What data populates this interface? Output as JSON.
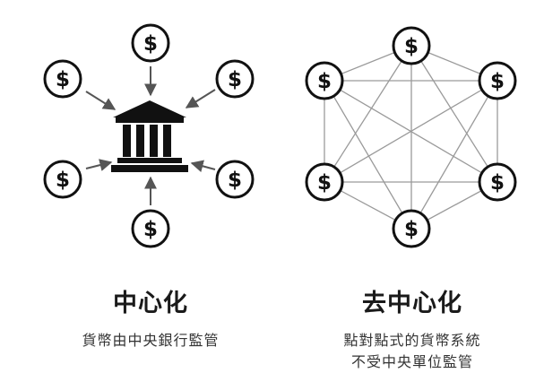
{
  "left": {
    "title": "中心化",
    "subtitle": "貨幣由中央銀行監管"
  },
  "right": {
    "title": "去中心化",
    "subtitle_line1": "點對點式的貨幣系統",
    "subtitle_line2": "不受中央單位監管"
  },
  "icons": {
    "coin_symbol": "$",
    "hub": "bank-building-icon"
  },
  "colors": {
    "ink": "#111111",
    "arrow": "#555555",
    "mesh": "#9a9a9a"
  }
}
